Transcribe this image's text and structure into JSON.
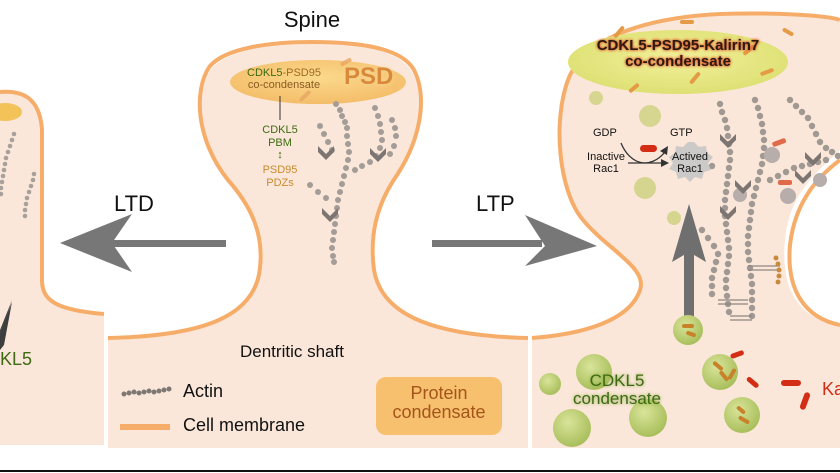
{
  "figure": {
    "title": "Spine",
    "center": {
      "psd_label": "PSD",
      "cocondensate_label_part1": "CDKL5",
      "cocondensate_label_part2": "-PSD95",
      "cocondensate_label_line2": "co-condensate",
      "interaction": {
        "top_line1": "CDKL5",
        "top_line2": "PBM",
        "arrow": "↕",
        "bottom_line1": "PSD95",
        "bottom_line2": "PDZs"
      },
      "shaft_label": "Dentritic shaft"
    },
    "arrows": {
      "ltd_label": "LTD",
      "ltp_label": "LTP"
    },
    "left_panel": {
      "partial_label": "KL5"
    },
    "right_panel": {
      "cocondensate_line1": "CDKL5-PSD95-Kalirin7",
      "cocondensate_line2": "co-condensate",
      "rac": {
        "gdp": "GDP",
        "gtp": "GTP",
        "inactive_line1": "Inactive",
        "inactive_line2": "Rac1",
        "active_line1": "Actived",
        "active_line2": "Rac1"
      },
      "cdkl5_condensate_line1": "CDKL5",
      "cdkl5_condensate_line2": "condensate",
      "kalirin_partial": "Ka"
    },
    "legend": {
      "actin": "Actin",
      "membrane": "Cell membrane",
      "protein_condensate_line1": "Protein",
      "protein_condensate_line2": "condensate"
    },
    "colors": {
      "membrane": "#f6ad6a",
      "cytoplasm": "#fbe7d9",
      "psd": "#f7c770",
      "cdkl5_green": "#3d6a12",
      "psd95_orange": "#c98a2e",
      "kalirin_red": "#d42d16",
      "condensate_green": "#bfd27a",
      "arrow_gray": "#777777",
      "actin_gray": "#9a9390"
    }
  }
}
